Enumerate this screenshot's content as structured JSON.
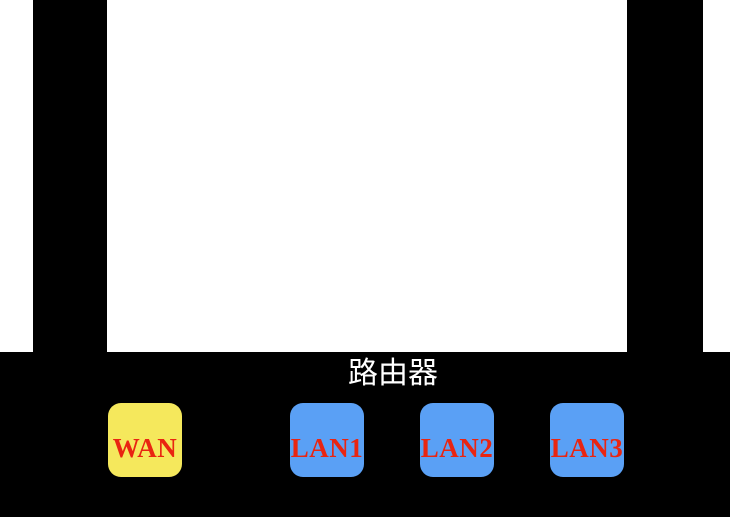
{
  "page": {
    "background_color": "#ffffff"
  },
  "router": {
    "name_label": "路由器",
    "name_color": "#ffffff",
    "body_color": "#000000",
    "antenna_color": "#000000"
  },
  "ports": {
    "label_color": "#e92511",
    "items": [
      {
        "label": "WAN",
        "kind": "wan",
        "bg": "#f5e85c"
      },
      {
        "label": "LAN1",
        "kind": "lan",
        "bg": "#5aa0f5"
      },
      {
        "label": "LAN2",
        "kind": "lan",
        "bg": "#5aa0f5"
      },
      {
        "label": "LAN3",
        "kind": "lan",
        "bg": "#5aa0f5"
      }
    ]
  }
}
